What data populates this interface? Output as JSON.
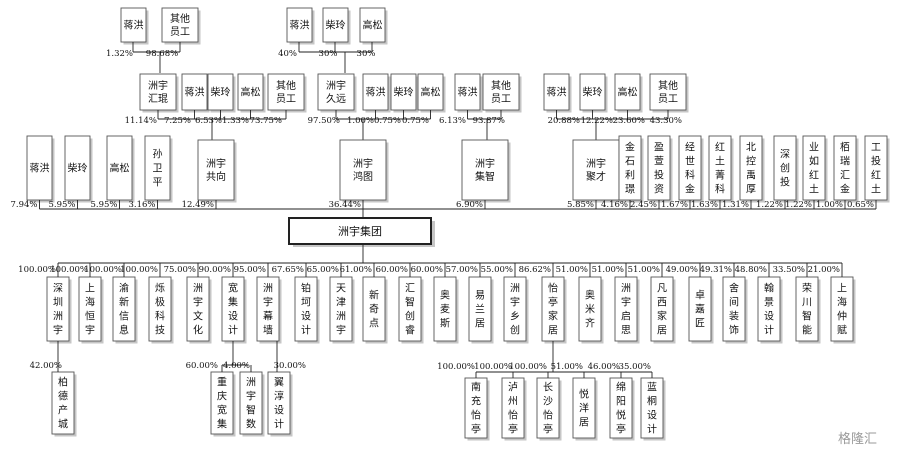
{
  "watermark": "格隆汇",
  "l1_groups": [
    {
      "name": "洲宇汇琨",
      "children": [
        {
          "key": "jh",
          "label": "蒋洪",
          "pct": "1.32%"
        },
        {
          "key": "qt",
          "label": "其他员工",
          "pct": "98.68%"
        }
      ]
    },
    {
      "name": "洲宇久远",
      "children": [
        {
          "key": "jh",
          "label": "蒋洪",
          "pct": "40%"
        },
        {
          "key": "cl",
          "label": "柴玲",
          "pct": "30%"
        },
        {
          "key": "gs",
          "label": "高松",
          "pct": "30%"
        }
      ]
    }
  ],
  "l2_groups": [
    {
      "name": "洲宇共向",
      "children": [
        {
          "key": "hk",
          "label": "洲宇汇琨",
          "pct": "11.14%"
        },
        {
          "key": "jh",
          "label": "蒋洪",
          "pct": "7.25%"
        },
        {
          "key": "cl",
          "label": "柴玲",
          "pct": "6.53%"
        },
        {
          "key": "gs",
          "label": "高松",
          "pct": "1.33%"
        },
        {
          "key": "qt",
          "label": "其他员工",
          "pct": "73.75%"
        }
      ]
    },
    {
      "name": "洲宇鸿图",
      "children": [
        {
          "key": "jy",
          "label": "洲宇久远",
          "pct": "97.50%"
        },
        {
          "key": "jh",
          "label": "蒋洪",
          "pct": "1.00%"
        },
        {
          "key": "cl",
          "label": "柴玲",
          "pct": "0.75%"
        },
        {
          "key": "gs",
          "label": "高松",
          "pct": "0.75%"
        }
      ]
    },
    {
      "name": "洲宇集智",
      "children": [
        {
          "key": "jh",
          "label": "蒋洪",
          "pct": "6.13%"
        },
        {
          "key": "qt",
          "label": "其他员工",
          "pct": "93.87%"
        }
      ]
    },
    {
      "name": "洲宇聚才",
      "children": [
        {
          "key": "jh",
          "label": "蒋洪",
          "pct": "20.88%"
        },
        {
          "key": "cl",
          "label": "柴玲",
          "pct": "12.22%"
        },
        {
          "key": "gs",
          "label": "高松",
          "pct": "23.60%"
        },
        {
          "key": "qt",
          "label": "其他员工",
          "pct": "43.30%"
        }
      ]
    }
  ],
  "shareholders": [
    {
      "key": "jh",
      "label": "蒋洪",
      "pct": "7.94%"
    },
    {
      "key": "cl",
      "label": "柴玲",
      "pct": "5.95%"
    },
    {
      "key": "gs",
      "label": "高松",
      "pct": "5.95%"
    },
    {
      "key": "swp",
      "label": "孙卫平",
      "pct": "3.16%"
    },
    {
      "key": "gx",
      "label": "洲宇共向",
      "pct": "12.49%"
    },
    {
      "key": "ht",
      "label": "洲宇鸿图",
      "pct": "36.44%"
    },
    {
      "key": "jz",
      "label": "洲宇集智",
      "pct": "6.90%"
    },
    {
      "key": "jc",
      "label": "洲宇聚才",
      "pct": "5.85%"
    },
    {
      "key": "jslc",
      "label": "金石利璟",
      "pct": "4.16%"
    },
    {
      "key": "gxtz",
      "label": "盈萱投资",
      "pct": "2.45%"
    },
    {
      "key": "jskj",
      "label": "经世科金",
      "pct": "1.67%"
    },
    {
      "key": "hthk",
      "label": "红土菁科",
      "pct": "1.63%"
    },
    {
      "key": "bkyh",
      "label": "北控禹厚",
      "pct": "1.31%"
    },
    {
      "key": "scj",
      "label": "深创投",
      "pct": "1.22%"
    },
    {
      "key": "yrht",
      "label": "业如红土",
      "pct": "1.22%"
    },
    {
      "key": "brhj",
      "label": "栢瑞汇金",
      "pct": "1.00%"
    },
    {
      "key": "gtht",
      "label": "工投红土",
      "pct": "0.65%"
    }
  ],
  "main_label": "洲宇集团",
  "subsidiaries": [
    {
      "key": "szzy",
      "label": "深圳洲宇",
      "pct": "100.00%"
    },
    {
      "key": "shhy",
      "label": "上海恒宇",
      "pct": "100.00%"
    },
    {
      "key": "yxxx",
      "label": "渝新信息",
      "pct": "100.00%"
    },
    {
      "key": "sjkj",
      "label": "烁极科技",
      "pct": "100.00%"
    },
    {
      "key": "zywh",
      "label": "洲宇文化",
      "pct": "75.00%"
    },
    {
      "key": "kjsj",
      "label": "宽集设计",
      "pct": "90.00%"
    },
    {
      "key": "zymq",
      "label": "洲宇幕墙",
      "pct": "95.00%"
    },
    {
      "key": "bjsj",
      "label": "铂坷设计",
      "pct": "67.65%"
    },
    {
      "key": "tjzy",
      "label": "天津洲宇",
      "pct": "65.00%"
    },
    {
      "key": "xqd",
      "label": "新奇点",
      "pct": "61.00%"
    },
    {
      "key": "hzcr",
      "label": "汇智创睿",
      "pct": "60.00%"
    },
    {
      "key": "amz",
      "label": "奥麦斯",
      "pct": "60.00%"
    },
    {
      "key": "ylj",
      "label": "易兰居",
      "pct": "57.00%"
    },
    {
      "key": "zyxc",
      "label": "洲宇乡创",
      "pct": "55.00%"
    },
    {
      "key": "ytjj",
      "label": "怡亭家居",
      "pct": "86.62%"
    },
    {
      "key": "amq",
      "label": "奥米齐",
      "pct": "51.00%"
    },
    {
      "key": "zyqs",
      "label": "洲宇启思",
      "pct": "51.00%"
    },
    {
      "key": "fxjj",
      "label": "凡西家居",
      "pct": "51.00%"
    },
    {
      "key": "zjj",
      "label": "卓嘉匠",
      "pct": "49.00%"
    },
    {
      "key": "sjzs",
      "label": "舍间装饰",
      "pct": "49.31%"
    },
    {
      "key": "hjsj",
      "label": "翰景设计",
      "pct": "48.80%"
    },
    {
      "key": "ycxn",
      "label": "荣川智能",
      "pct": "33.50%"
    },
    {
      "key": "shzh",
      "label": "上海仲赋",
      "pct": "21.00%"
    }
  ],
  "l4_groups": [
    {
      "parent": "szzy",
      "children": [
        {
          "key": "bdcy",
          "label": "柏德产城",
          "pct": "42.00%"
        }
      ]
    },
    {
      "parent": "kjsj",
      "children": [
        {
          "key": "cqkj",
          "label": "重庆宽集",
          "pct": "60.00%"
        },
        {
          "key": "zyzs",
          "label": "洲宇智数",
          "pct": "4.00%"
        }
      ]
    },
    {
      "parent": "zymq",
      "children": [
        {
          "key": "ycsj",
          "label": "翼淳设计",
          "pct": "30.00%"
        }
      ]
    },
    {
      "parent": "ytjj",
      "children": [
        {
          "key": "ncyt",
          "label": "南充怡亭",
          "pct": "100.00%"
        },
        {
          "key": "lzyt",
          "label": "泸州怡亭",
          "pct": "100.00%"
        },
        {
          "key": "csyt",
          "label": "长沙怡亭",
          "pct": "100.00%"
        },
        {
          "key": "yyj",
          "label": "悦洋居",
          "pct": "51.00%"
        },
        {
          "key": "myyt",
          "label": "绵阳悦亭",
          "pct": "46.00%"
        },
        {
          "key": "ltsj",
          "label": "蓝桐设计",
          "pct": "35.00%"
        }
      ]
    }
  ]
}
